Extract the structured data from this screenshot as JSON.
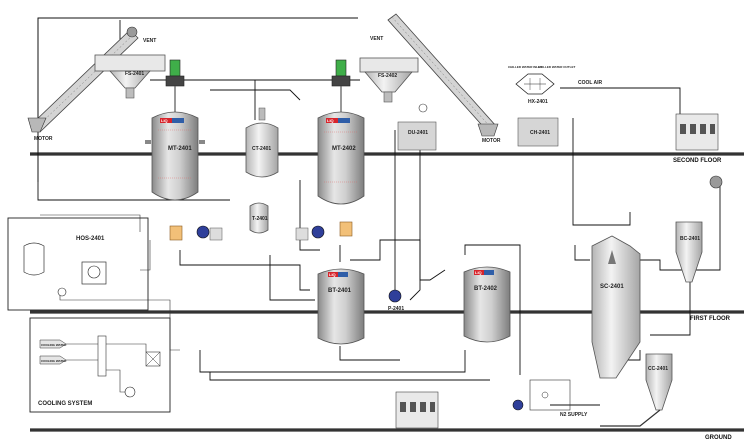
{
  "floors": {
    "second": "SECOND FLOOR",
    "first": "FIRST FLOOR",
    "ground": "GROUND"
  },
  "equipment": {
    "fs1": "FS-2401",
    "fs2": "FS-2402",
    "mt1": "MT-2401",
    "mt2": "MT-2402",
    "ct": "CT-2401",
    "t": "T-2401",
    "bt1": "BT-2401",
    "bt2": "BT-2402",
    "sc": "SC-2401",
    "cc": "CC-2401",
    "bc": "BC-2401",
    "hos": "HOS-2401",
    "du": "DU-2401",
    "hx": "HX-2401",
    "ch": "CH-2401",
    "pump": "P-2401"
  },
  "labels": {
    "motor": "MOTOR",
    "cooling_system": "COOLING SYSTEM",
    "cool_air": "COOL AIR",
    "vent": "VENT",
    "n2_supply": "N2 SUPPLY",
    "cooling_water": "COOLING WATER",
    "brand": "LIQ",
    "chilled_water_in": "CHILLED WATER INLET",
    "chilled_water_out": "CHILLED WATER OUTLET"
  },
  "colors": {
    "tank": "#c9c9c9",
    "floor": "#3a3a3a",
    "motor_green": "#3fae49",
    "pump_blue": "#2f3f9a",
    "brand_red": "#d8242b",
    "heater_orange": "#f2c078",
    "duct": "#d6d6d6"
  }
}
